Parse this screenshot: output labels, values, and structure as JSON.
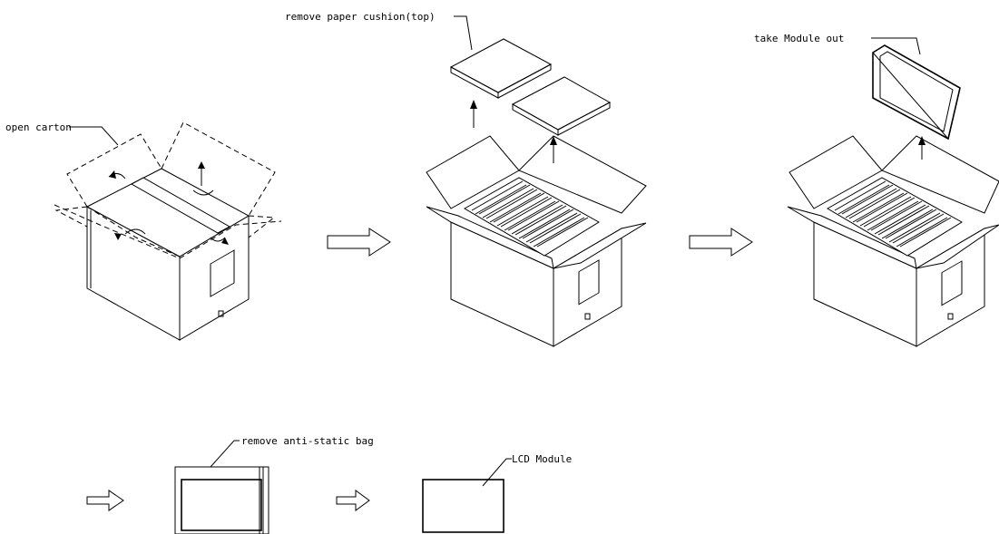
{
  "labels": {
    "open_carton": "open carton",
    "remove_cushion": "remove paper cushion(top)",
    "take_module": "take Module out",
    "remove_bag": "remove anti-static bag",
    "lcd_module": "LCD Module"
  }
}
